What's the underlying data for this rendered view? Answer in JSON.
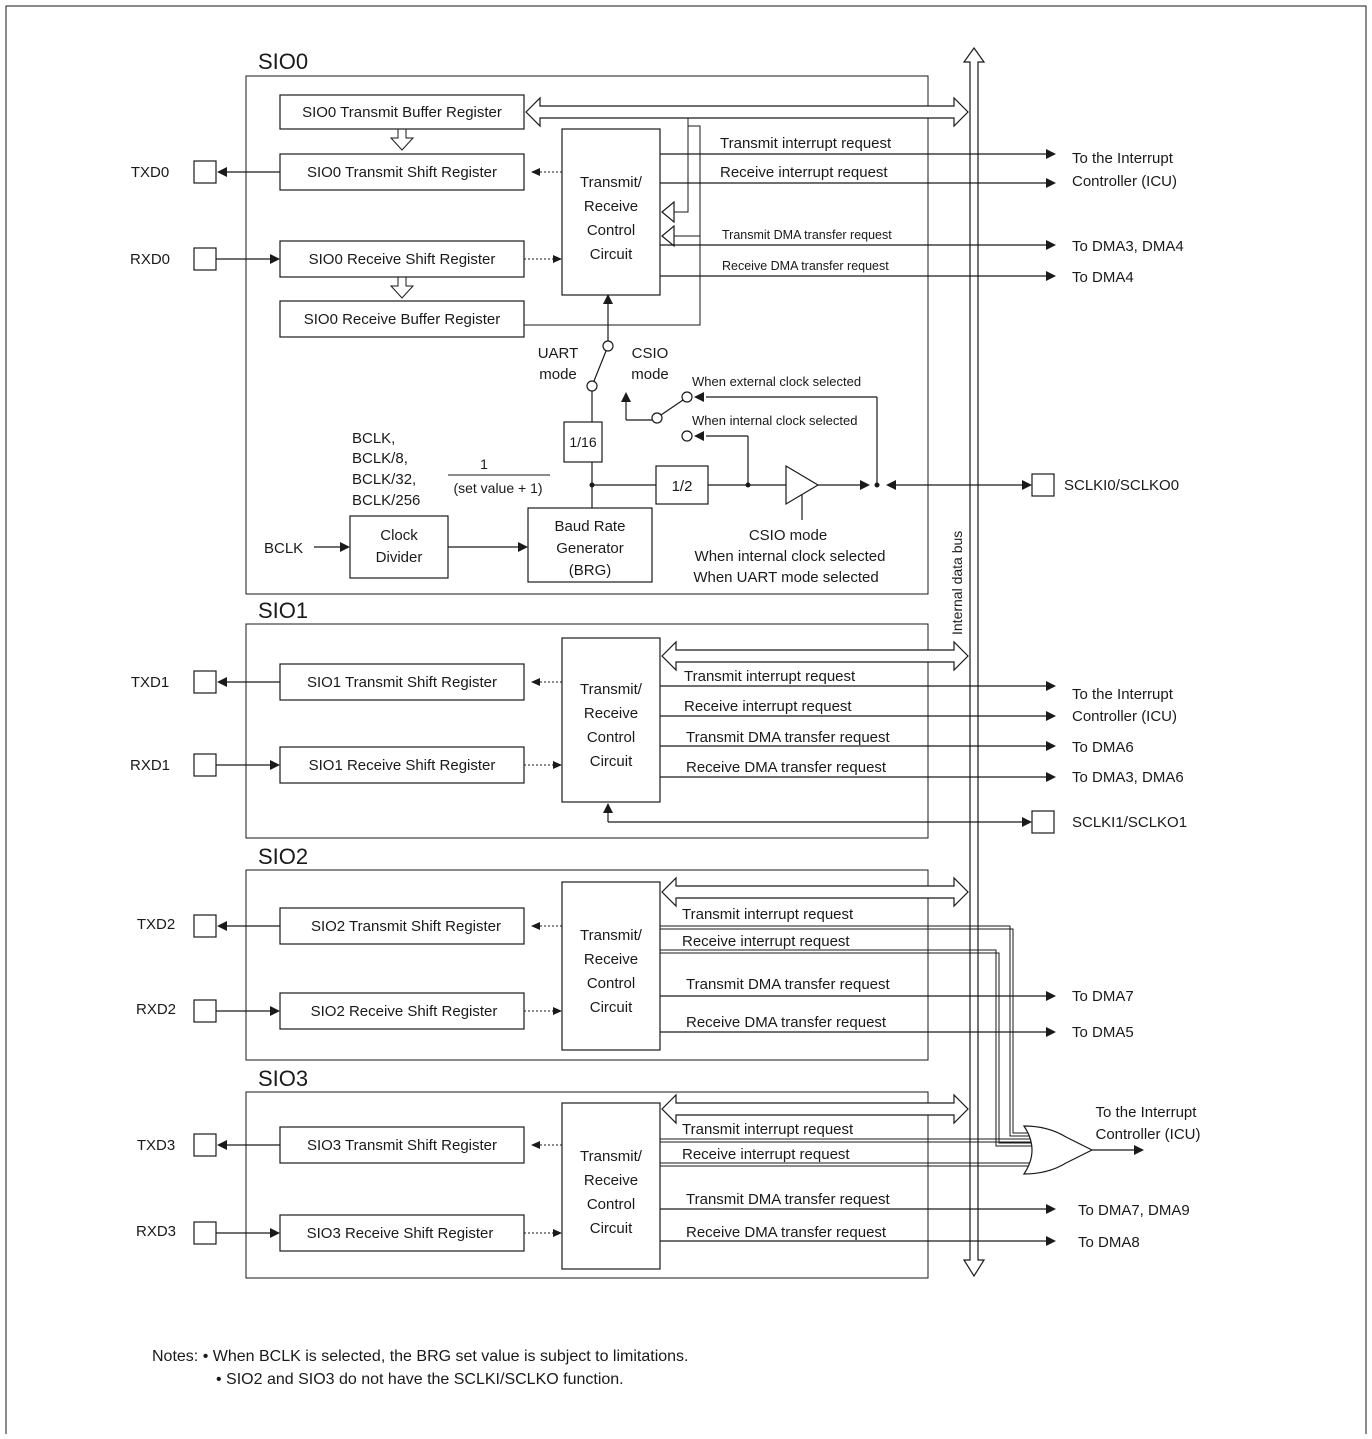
{
  "bus_label": "Internal data bus",
  "sio0": {
    "title": "SIO0",
    "tx_buffer": "SIO0 Transmit Buffer Register",
    "tx_shift": "SIO0 Transmit Shift Register",
    "rx_shift": "SIO0 Receive Shift Register",
    "rx_buffer": "SIO0 Receive Buffer Register",
    "ctrl": [
      "Transmit/",
      "Receive",
      "Control",
      "Circuit"
    ],
    "txd": "TXD0",
    "rxd": "RXD0",
    "sig_tx_int": "Transmit interrupt request",
    "sig_rx_int": "Receive interrupt request",
    "sig_tx_dma": "Transmit DMA transfer request",
    "sig_rx_dma": "Receive DMA transfer request",
    "dest_icu": [
      "To the Interrupt",
      "Controller (ICU)"
    ],
    "dest_tx_dma": "To DMA3, DMA4",
    "dest_rx_dma": "To DMA4",
    "uart_mode": [
      "UART",
      "mode"
    ],
    "csio_mode": [
      "CSIO",
      "mode"
    ],
    "ext_clk": "When external clock selected",
    "int_clk": "When internal clock selected",
    "div16": "1/16",
    "div2": "1/2",
    "bclk_options": [
      "BCLK,",
      "BCLK/8,",
      "BCLK/32,",
      "BCLK/256"
    ],
    "formula_num": "1",
    "formula_den": "(set value + 1)",
    "bclk": "BCLK",
    "clock_divider": [
      "Clock",
      "Divider"
    ],
    "brg": [
      "Baud Rate",
      "Generator",
      "(BRG)"
    ],
    "buffer_note": [
      "CSIO mode",
      "When internal clock selected",
      "When UART mode selected"
    ],
    "sclk": "SCLKI0/SCLKO0"
  },
  "sio1": {
    "title": "SIO1",
    "tx_shift": "SIO1 Transmit Shift Register",
    "rx_shift": "SIO1 Receive Shift Register",
    "ctrl": [
      "Transmit/",
      "Receive",
      "Control",
      "Circuit"
    ],
    "txd": "TXD1",
    "rxd": "RXD1",
    "sig_tx_int": "Transmit interrupt request",
    "sig_rx_int": "Receive interrupt request",
    "sig_tx_dma": "Transmit DMA transfer request",
    "sig_rx_dma": "Receive DMA transfer request",
    "dest_icu": [
      "To the Interrupt",
      "Controller (ICU)"
    ],
    "dest_tx_dma": "To DMA6",
    "dest_rx_dma": "To DMA3, DMA6",
    "sclk": "SCLKI1/SCLKO1"
  },
  "sio2": {
    "title": "SIO2",
    "tx_shift": "SIO2 Transmit Shift Register",
    "rx_shift": "SIO2 Receive Shift Register",
    "ctrl": [
      "Transmit/",
      "Receive",
      "Control",
      "Circuit"
    ],
    "txd": "TXD2",
    "rxd": "RXD2",
    "sig_tx_int": "Transmit interrupt request",
    "sig_rx_int": "Receive interrupt request",
    "sig_tx_dma": "Transmit DMA transfer request",
    "sig_rx_dma": "Receive DMA transfer request",
    "dest_tx_dma": "To DMA7",
    "dest_rx_dma": "To DMA5"
  },
  "sio3": {
    "title": "SIO3",
    "tx_shift": "SIO3 Transmit Shift Register",
    "rx_shift": "SIO3 Receive Shift Register",
    "ctrl": [
      "Transmit/",
      "Receive",
      "Control",
      "Circuit"
    ],
    "txd": "TXD3",
    "rxd": "RXD3",
    "sig_tx_int": "Transmit interrupt request",
    "sig_rx_int": "Receive interrupt request",
    "sig_tx_dma": "Transmit DMA transfer request",
    "sig_rx_dma": "Receive DMA transfer request",
    "dest_tx_dma": "To DMA7, DMA9",
    "dest_rx_dma": "To DMA8"
  },
  "or_dest": [
    "To the Interrupt",
    "Controller (ICU)"
  ],
  "notes": {
    "line1": "Notes: • When BCLK is selected, the BRG set value is subject to limitations.",
    "line2": "• SIO2 and SIO3 do not have the SCLKI/SCLKO function."
  }
}
